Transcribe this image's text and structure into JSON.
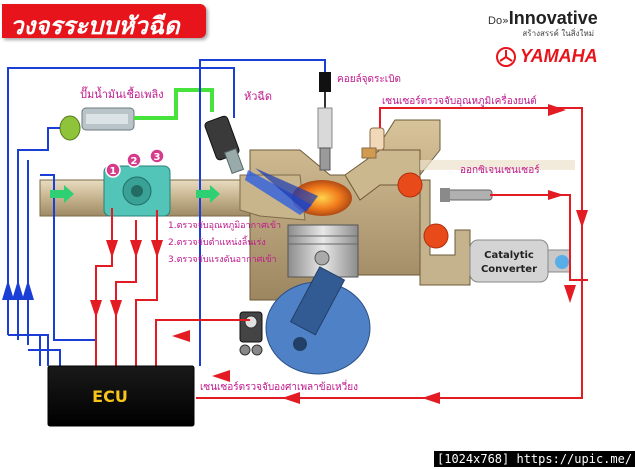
{
  "title": "วงจรระบบหัวฉีด",
  "brand": {
    "do_prefix": "Do",
    "innovative": "Innovative",
    "tagline": "สร้างสรรค์ ในสิ่งใหม่",
    "yamaha": "YAMAHA"
  },
  "labels": {
    "fuel_pump": "ปั๊มน้ำมันเชื้อเพลิง",
    "injector": "หัวฉีด",
    "ignition_coil": "คอยล์จุดระเบิด",
    "engine_temp_sensor": "เซนเซอร์ตรวจจับอุณหภูมิเครื่องยนต์",
    "oxygen_sensor": "ออกซิเจนเซนเซอร์",
    "catalytic_line1": "Catalytic",
    "catalytic_line2": "Converter",
    "ecu": "ECU",
    "crank_sensor": "เซนเซอร์ตรวจจับองศาเพลาข้อเหวี่ยง"
  },
  "throttle_sensors": [
    {
      "number": "1",
      "text": "1.ตรวจจับอุณหภูมิอากาศเข้า"
    },
    {
      "number": "2",
      "text": "2.ตรวจจับตำแหน่งลิ้นเร่ง"
    },
    {
      "number": "3",
      "text": "3.ตรวจจับแรงดันอากาศเข้า"
    }
  ],
  "footer": "[1024x768] https://upic.me/",
  "colors": {
    "signal_red": "#e31b23",
    "control_blue": "#1b3fd6",
    "fuel_green": "#46e33c",
    "intake_arrow": "#2fcf74",
    "banner_red": "#e7141b",
    "engine_tan": "#b9a27a",
    "crank_blue": "#4f81c7"
  }
}
